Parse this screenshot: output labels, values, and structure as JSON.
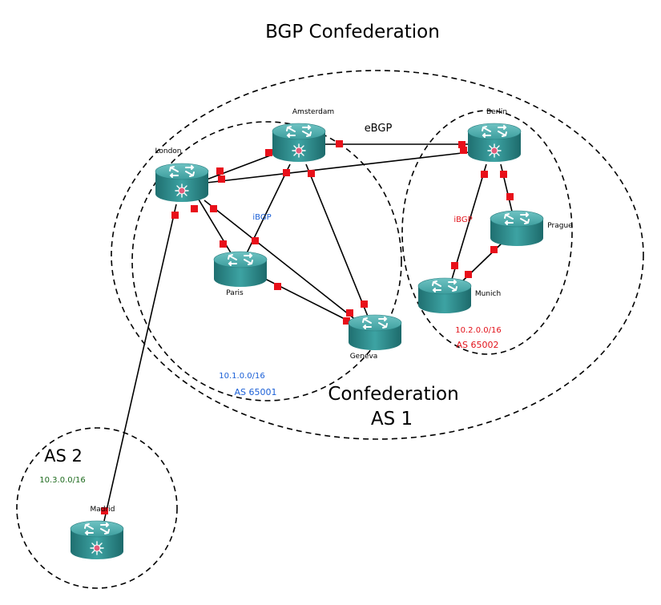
{
  "title": "BGP Confederation",
  "confederation": {
    "label_line1": "Confederation",
    "label_line2": "AS 1"
  },
  "as2": {
    "label": "AS 2",
    "prefix": "10.3.0.0/16"
  },
  "sub_as_65001": {
    "prefix": "10.1.0.0/16",
    "label": "AS 65001",
    "ibgp": "iBGP"
  },
  "sub_as_65002": {
    "prefix": "10.2.0.0/16",
    "label": "AS 65002",
    "ibgp": "iBGP"
  },
  "ebgp_label": "eBGP",
  "routers": {
    "amsterdam": {
      "name": "Amsterdam",
      "type": "layer3-switch"
    },
    "berlin": {
      "name": "Berlin",
      "type": "layer3-switch"
    },
    "london": {
      "name": "London",
      "type": "layer3-switch"
    },
    "paris": {
      "name": "Paris",
      "type": "router"
    },
    "geneva": {
      "name": "Geneva",
      "type": "router"
    },
    "prague": {
      "name": "Prague",
      "type": "router"
    },
    "munich": {
      "name": "Munich",
      "type": "router"
    },
    "madrid": {
      "name": "Madrid",
      "type": "layer3-switch"
    }
  },
  "links": [
    [
      "london",
      "amsterdam"
    ],
    [
      "london",
      "berlin"
    ],
    [
      "london",
      "paris"
    ],
    [
      "london",
      "geneva"
    ],
    [
      "london",
      "madrid"
    ],
    [
      "amsterdam",
      "paris"
    ],
    [
      "amsterdam",
      "geneva"
    ],
    [
      "amsterdam",
      "berlin"
    ],
    [
      "paris",
      "geneva"
    ],
    [
      "berlin",
      "munich"
    ],
    [
      "berlin",
      "prague"
    ],
    [
      "prague",
      "munich"
    ]
  ],
  "colors": {
    "as65001_text": "#1a5fd6",
    "as65002_text": "#e2121a",
    "as2_prefix_text": "#1e6b1e",
    "port": "#e8101a",
    "device_body": "#2b8c8c"
  }
}
